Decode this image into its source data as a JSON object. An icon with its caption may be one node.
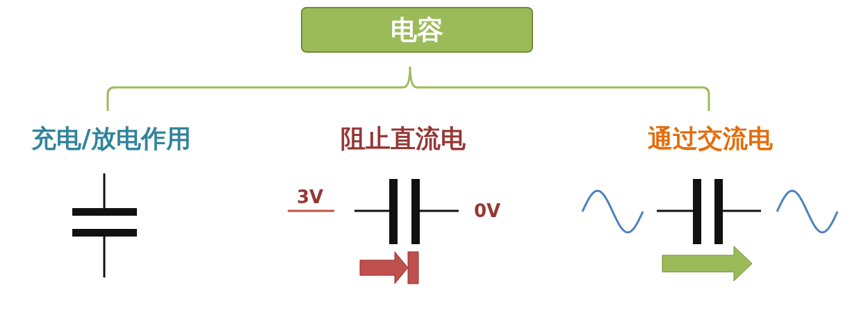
{
  "diagram": {
    "nodes": [
      {
        "text": [
          "电容"
        ]
      }
    ],
    "edges": [],
    "labels": [
      "充电/放电作用",
      "阻止直流电",
      "通过交流电",
      "3V",
      "0V"
    ]
  }
}
